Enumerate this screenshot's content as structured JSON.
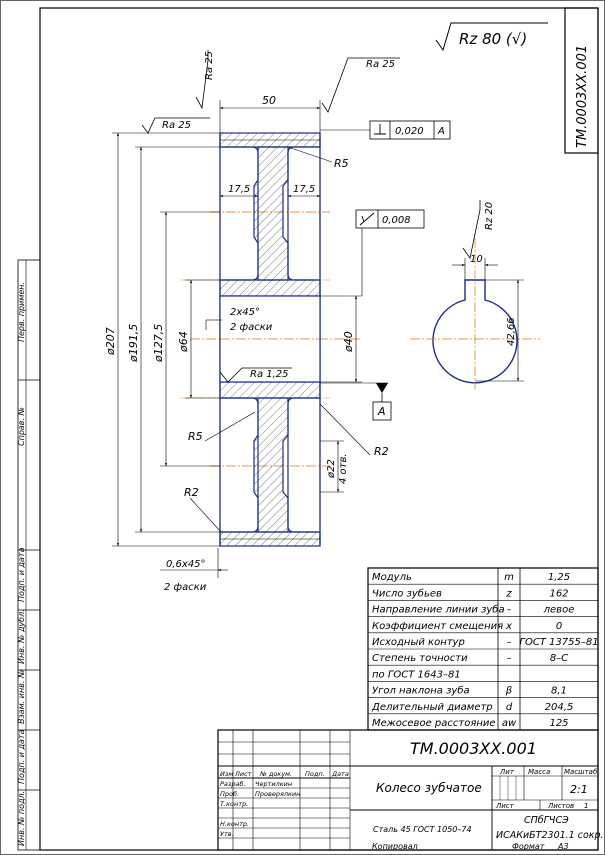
{
  "title_corner": "ТМ.0003ХХ.001",
  "roughness_general": "Rz 80 (√)",
  "roughness": {
    "top_left": "Ra 25",
    "top_face": "Ra 25",
    "rim": "Ra 25",
    "bore": "Ra 1,25",
    "keyway": "Rz 20"
  },
  "tolerances": {
    "perp_value": "0,020",
    "perp_datum": "A",
    "runout_value": "0,008",
    "datum_label": "A"
  },
  "dimensions": {
    "width": "50",
    "d207": "ø207",
    "d1915": "ø191,5",
    "d1275": "ø127,5",
    "d64": "ø64",
    "d40": "ø40",
    "d22": "ø22",
    "holes": "4 отв.",
    "hub_l": "17,5",
    "hub_r": "17,5",
    "r5_top": "R5",
    "r5_bot": "R5",
    "r2_right": "R2",
    "r2_left": "R2",
    "chamfer1": "2х45°",
    "chamfer1_note": "2 фаски",
    "chamfer2": "0,6х45°",
    "chamfer2_note": "2 фаски",
    "key_w": "10",
    "key_h": "42,66"
  },
  "params": [
    {
      "name": "Модуль",
      "sym": "m",
      "val": "1,25"
    },
    {
      "name": "Число зубьев",
      "sym": "z",
      "val": "162"
    },
    {
      "name": "Направление линии зуба",
      "sym": "–",
      "val": "левое"
    },
    {
      "name": "Коэффициент смещения",
      "sym": "x",
      "val": "0"
    },
    {
      "name": "Исходный контур",
      "sym": "–",
      "val": "ГОСТ 13755–81"
    },
    {
      "name": "Степень точности",
      "sym": "–",
      "val": "8–С"
    },
    {
      "name": "по ГОСТ 1643–81",
      "sym": "",
      "val": ""
    },
    {
      "name": "Угол наклона зуба",
      "sym": "β",
      "val": "8,1"
    },
    {
      "name": "Делительный диаметр",
      "sym": "d",
      "val": "204,5"
    },
    {
      "name": "Межосевое расстояние",
      "sym": "aw",
      "val": "125"
    }
  ],
  "side_labels": [
    "Перв. примен.",
    "Справ. №",
    "Подп. и дата",
    "Инв. № дубл.",
    "Взам. инв. №",
    "Подп. и дата",
    "Инв. № подл."
  ],
  "title_block": {
    "designation": "ТМ.0003ХХ.001",
    "name": "Колесо зубчатое",
    "material": "Сталь 45 ГОСТ 1050–74",
    "org1": "СПбГЧСЭ",
    "org2": "ИСАКиБТ2301.1 сокр.",
    "lit": "Лит",
    "mass": "Масса",
    "scale": "Масштаб",
    "scale_val": "2:1",
    "sheet": "Лист",
    "sheets": "Листов",
    "sheets_val": "1",
    "hdr_izm": "Изм",
    "hdr_list": "Лист",
    "hdr_doc": "№ докум.",
    "hdr_podp": "Подп.",
    "hdr_date": "Дата",
    "razrab": "Разраб.",
    "razrab_name": "Чертилкин",
    "prov": "Проб.",
    "prov_name": "Проверялкин",
    "tkontr": "Т.контр.",
    "nkontr": "Н.контр.",
    "utv": "Утв.",
    "copied": "Копировал",
    "format": "Формат",
    "format_val": "А3"
  }
}
